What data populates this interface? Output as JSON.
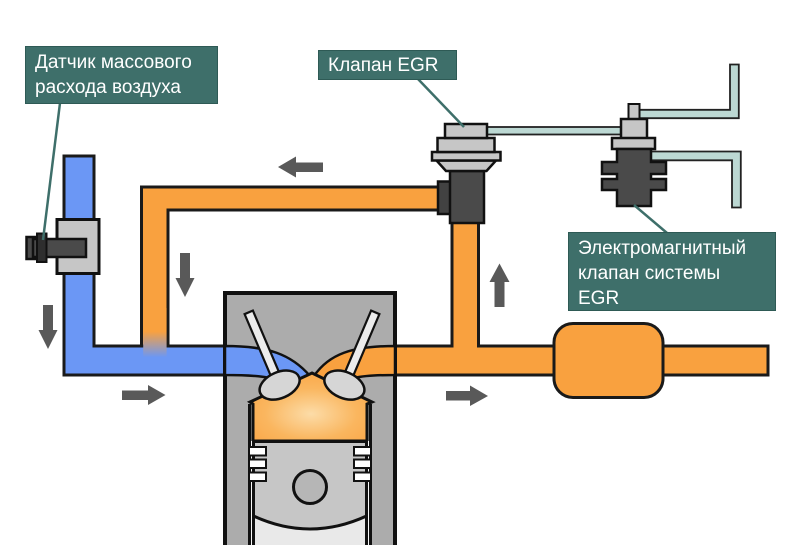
{
  "diagram": {
    "type": "engine-egr-system-diagram",
    "labels": {
      "maf_sensor": {
        "line1": "Датчик массового",
        "line2": "расхода воздуха"
      },
      "egr_valve": {
        "text": "Клапан EGR"
      },
      "egr_solenoid": {
        "line1": "Электромагнитный",
        "line2": "клапан системы",
        "line3": "EGR"
      }
    },
    "colors": {
      "label_background": "#3E6F6A",
      "label_text": "#FFFFFF",
      "leader_line": "#3E6F6A",
      "intake_air": "#6B97F5",
      "exhaust_gas": "#F9A13F",
      "combustion_glow": "#FCDCA8",
      "vacuum_line": "#BCD8D3",
      "flow_arrow": "#595959",
      "engine_body": "#ACACAC",
      "component_light": "#C6C6C6",
      "component_dark": "#4A4A4A",
      "outline": "#1A1A1A"
    }
  }
}
